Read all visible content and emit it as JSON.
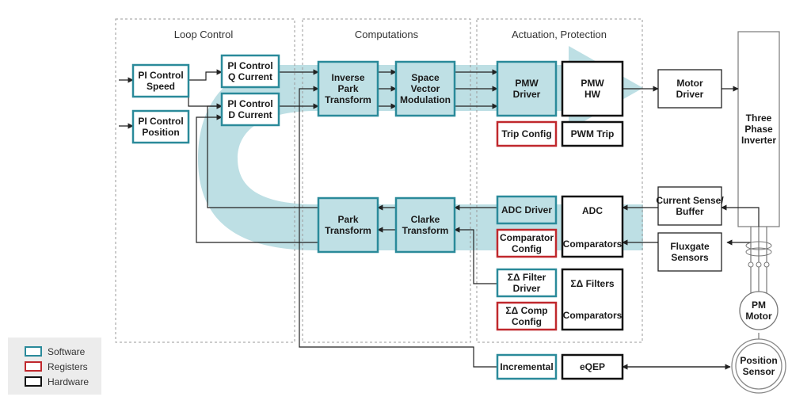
{
  "colors": {
    "software": "#2a8a9a",
    "registers": "#c0282d",
    "hardware": "#111111",
    "fill_teal": "#bfe0e5",
    "arrow_bg": "#b9dde3"
  },
  "sections": {
    "loop_control": "Loop Control",
    "computations": "Computations",
    "actuation": "Actuation, Protection"
  },
  "blocks": {
    "pi_speed": [
      "PI Control",
      "Speed"
    ],
    "pi_position": [
      "PI Control",
      "Position"
    ],
    "pi_q": [
      "PI Control",
      "Q Current"
    ],
    "pi_d": [
      "PI Control",
      "D Current"
    ],
    "inv_park": [
      "Inverse",
      "Park",
      "Transform"
    ],
    "svm": [
      "Space",
      "Vector",
      "Modulation"
    ],
    "pmw_driver": [
      "PMW",
      "Driver"
    ],
    "pmw_hw": [
      "PMW",
      "HW"
    ],
    "trip_config": [
      "Trip Config"
    ],
    "pwm_trip": [
      "PWM Trip"
    ],
    "motor_driver": [
      "Motor",
      "Driver"
    ],
    "inverter": [
      "Three",
      "Phase",
      "Inverter"
    ],
    "park": [
      "Park",
      "Transform"
    ],
    "clarke": [
      "Clarke",
      "Transform"
    ],
    "adc_driver": [
      "ADC Driver"
    ],
    "comp_config": [
      "Comparator",
      "Config"
    ],
    "adc_label": "ADC",
    "comparators_label": "Comparators",
    "current_sense": [
      "Current Sense/",
      "Buffer"
    ],
    "fluxgate": [
      "Fluxgate",
      "Sensors"
    ],
    "sd_filter_driver": [
      "ΣΔ Filter",
      "Driver"
    ],
    "sd_comp_config": [
      "ΣΔ Comp",
      "Config"
    ],
    "sd_filters_label": "ΣΔ Filters",
    "sd_comparators_label": "Comparators",
    "incremental": [
      "Incremental"
    ],
    "eqep": [
      "eQEP"
    ],
    "pm_motor": [
      "PM",
      "Motor"
    ],
    "position_sensor": [
      "Position",
      "Sensor"
    ]
  },
  "legend": {
    "software": "Software",
    "registers": "Registers",
    "hardware": "Hardware"
  }
}
